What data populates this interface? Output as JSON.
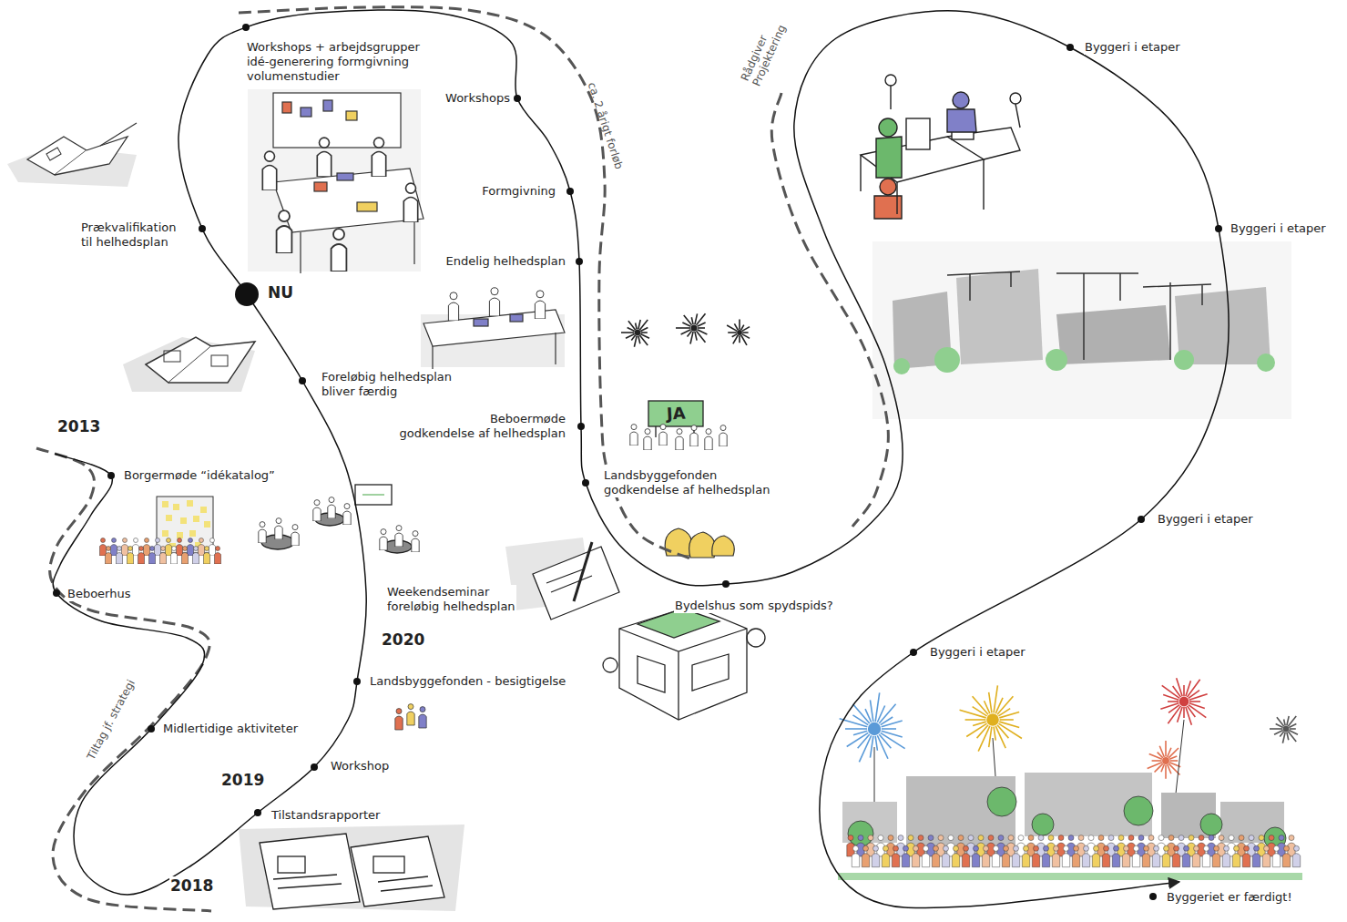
{
  "diagram": {
    "labels": [
      "Workshops + arbejdsgrupper idé-generering formgivning volumenstudier",
      "Workshops",
      "ca. 2 årigt forløb",
      "Formgivning",
      "Endelig helhedsplan",
      "Prækvalifikation til helhedsplan",
      "NU",
      "Foreløbig helhedsplan bliver færdig",
      "Beboermøde godkendelse af helhedsplan",
      "JA",
      "Landsbyggefonden godkendelse af helhedsplan",
      "2013",
      "Borgermøde “idékatalog”",
      "Beboerhus",
      "Weekendseminar foreløbig helhedsplan",
      "Bydelshus som spydspids?",
      "2020",
      "Landsbyggefonden - besigtigelse",
      "Tiltag jf. strategi",
      "Midlertidige aktiviteter",
      "2019",
      "Workshop",
      "Tilstandsrapporter",
      "2018",
      "Rådgiver Projektering",
      "Byggeri i etaper",
      "Byggeri i etaper",
      "Byggeri i etaper",
      "Byggeri i etaper",
      "Byggeriet er færdigt!"
    ]
  }
}
